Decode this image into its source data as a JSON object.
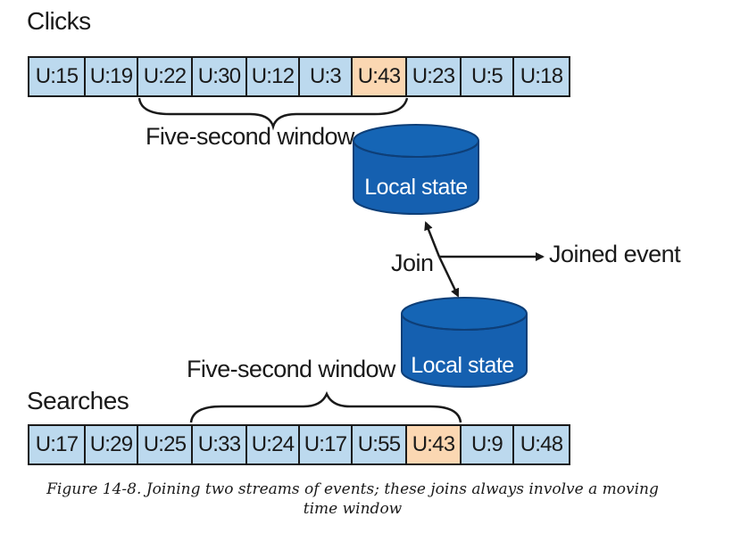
{
  "clicks": {
    "title": "Clicks",
    "cells": [
      "U:15",
      "U:19",
      "U:22",
      "U:30",
      "U:12",
      "U:3",
      "U:43",
      "U:23",
      "U:5",
      "U:18"
    ],
    "highlight_index": 6,
    "window_label": "Five-second window"
  },
  "searches": {
    "title": "Searches",
    "cells": [
      "U:17",
      "U:29",
      "U:25",
      "U:33",
      "U:24",
      "U:17",
      "U:55",
      "U:43",
      "U:9",
      "U:48"
    ],
    "highlight_index": 7,
    "window_label": "Five-second window"
  },
  "local_state_top": "Local state",
  "local_state_bottom": "Local state",
  "join_label": "Join",
  "joined_event_label": "Joined event",
  "caption": {
    "line1": "Figure 14-8. Joining two streams of events; these joins always involve a moving",
    "line2": "time window"
  },
  "colors": {
    "cell_fill": "#bcd9ee",
    "highlight_fill": "#fbd7b2",
    "db_fill": "#1560b0",
    "db_stroke": "#0e3f78",
    "outline": "#1a1a1a"
  }
}
